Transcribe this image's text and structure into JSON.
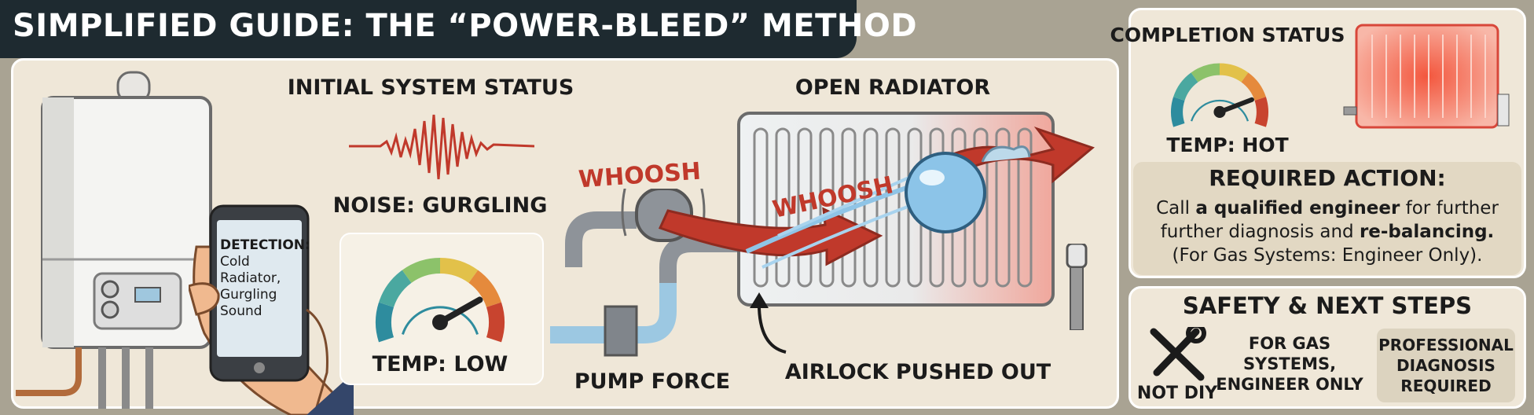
{
  "title": "SIMPLIFIED GUIDE: THE “POWER-BLEED” METHOD",
  "initial_status": {
    "heading": "INITIAL SYSTEM STATUS",
    "noise_label": "NOISE: GURGLING",
    "temp_label": "TEMP: LOW",
    "gauge_level": 0.78
  },
  "phone": {
    "detection_heading": "DETECTION:",
    "detection_lines": [
      "Cold Radiator,",
      "Gurgling",
      "Sound"
    ]
  },
  "diagram": {
    "whoosh_1": "WHOOSH",
    "whoosh_2": "WHOOSH",
    "open_radiator": "OPEN RADIATOR",
    "pump_force": "PUMP FORCE",
    "airlock": "AIRLOCK PUSHED OUT"
  },
  "completion": {
    "heading": "COMPLETION STATUS",
    "temp_label": "TEMP: HOT",
    "gauge_level": 0.82,
    "required_action_heading": "REQUIRED ACTION:",
    "required_text_1": "Call ",
    "required_text_bold_1": "a qualified engineer",
    "required_text_2": " for further",
    "required_text_3": "further diagnosis and ",
    "required_text_bold_2": "re-balancing.",
    "required_text_4": "(For Gas Systems: Engineer Only)."
  },
  "safety": {
    "heading": "SAFETY & NEXT STEPS",
    "not_diy": "NOT DIY",
    "gas_lines": [
      "FOR GAS",
      "SYSTEMS,",
      "ENGINEER ONLY"
    ],
    "pro_lines": [
      "PROFESSIONAL",
      "DIAGNOSIS",
      "REQUIRED"
    ]
  },
  "icons": [
    "boiler-icon",
    "phone-icon",
    "sound-wave-icon",
    "gauge-icon",
    "radiator-icon",
    "air-bubble-icon",
    "arrow-icon",
    "wrench-screwdriver-icon"
  ],
  "colors": {
    "banner": "#1e2a30",
    "accent_red": "#c0392b",
    "water_blue": "#7fb8dc",
    "panel": "#efe7d8"
  }
}
